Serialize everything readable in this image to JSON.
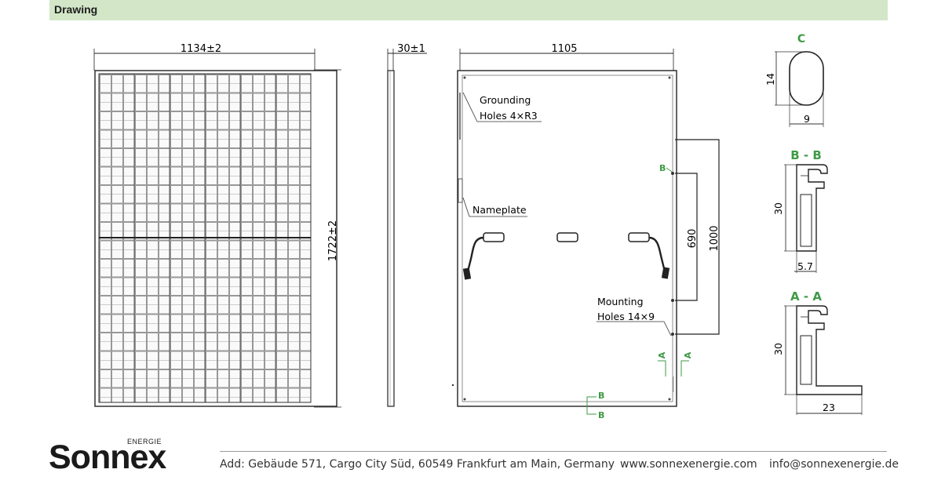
{
  "header": {
    "title": "Drawing"
  },
  "front_view": {
    "width_label": "1134±2",
    "height_label": "1722±2"
  },
  "side_view": {
    "thickness_label": "30±1"
  },
  "back_view": {
    "width_label": "1105",
    "grounding_label_1": "Grounding",
    "grounding_label_2": "Holes 4×R3",
    "nameplate_label": "Nameplate",
    "mounting_label_1": "Mounting",
    "mounting_label_2": "Holes 14×9",
    "dim_690": "690",
    "dim_1000": "1000",
    "section_b": "B",
    "section_a": "A"
  },
  "section_c": {
    "title": "C",
    "height": "14",
    "width": "9"
  },
  "section_bb": {
    "title": "B - B",
    "height": "30",
    "width": "5.7"
  },
  "section_aa": {
    "title": "A - A",
    "height": "30",
    "width": "23"
  },
  "footer": {
    "logo_small": "ENERGIE",
    "logo_main": "Sonnex",
    "address": "Add: Gebäude 571, Cargo City Süd, 60549 Frankfurt am Main, Germany",
    "website": "www.sonnexenergie.com",
    "email": "info@sonnexenergie.de"
  },
  "colors": {
    "header_bg": "#d3e6c7",
    "section_green": "#3f9a46",
    "line": "#222222"
  }
}
